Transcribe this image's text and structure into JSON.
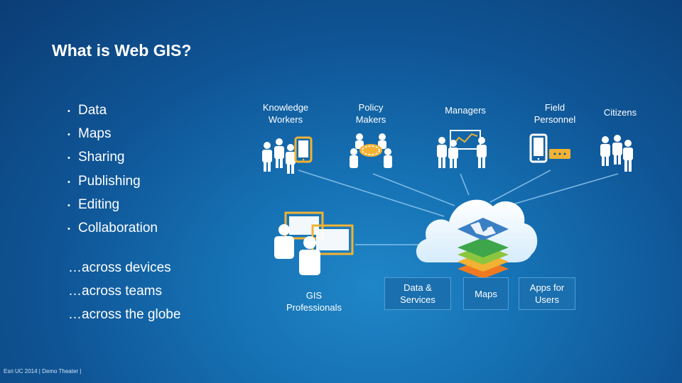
{
  "slide": {
    "title": "What is Web GIS?",
    "bullets": [
      "Data",
      "Maps",
      "Sharing",
      "Publishing",
      "Editing",
      "Collaboration"
    ],
    "across": [
      "…across devices",
      "…across teams",
      "…across the globe"
    ],
    "footer": "Esri UC 2014 | Demo Theater |"
  },
  "diagram": {
    "roles": {
      "knowledge_workers": "Knowledge\nWorkers",
      "policy_makers": "Policy\nMakers",
      "managers": "Managers",
      "field_personnel": "Field\nPersonnel",
      "citizens": "Citizens",
      "gis_professionals": "GIS\nProfessionals"
    },
    "boxes": {
      "data_services": "Data &\nServices",
      "maps": "Maps",
      "apps": "Apps for\nUsers"
    }
  },
  "colors": {
    "background": "#0f5596",
    "accent_yellow": "#f2b233",
    "figure_white": "#ffffff"
  },
  "icons": [
    "people-icon",
    "tablet-icon",
    "meeting-icon",
    "presentation-icon",
    "gis-workstation-icon",
    "cloud-icon",
    "map-layers-icon"
  ]
}
